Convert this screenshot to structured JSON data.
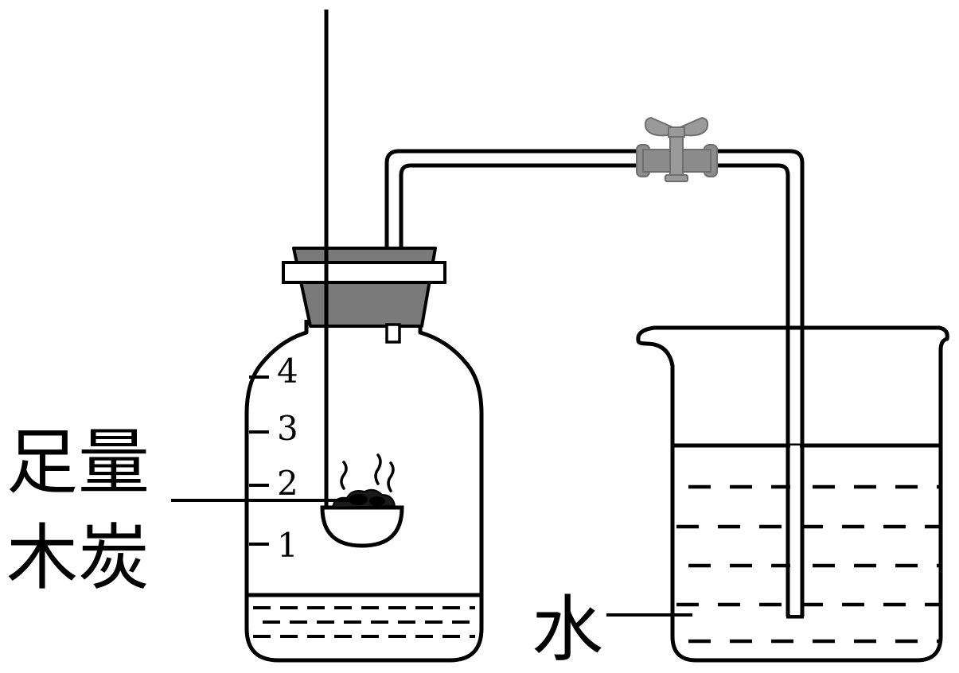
{
  "labels": {
    "charcoal_line1": "足量",
    "charcoal_line2": "木炭",
    "water": "水"
  },
  "scale_marks": [
    "4",
    "3",
    "2",
    "1"
  ],
  "colors": {
    "line": "#000000",
    "stopper": "#7a7a7a",
    "clamp": "#8c8c8c",
    "background": "#ffffff"
  }
}
